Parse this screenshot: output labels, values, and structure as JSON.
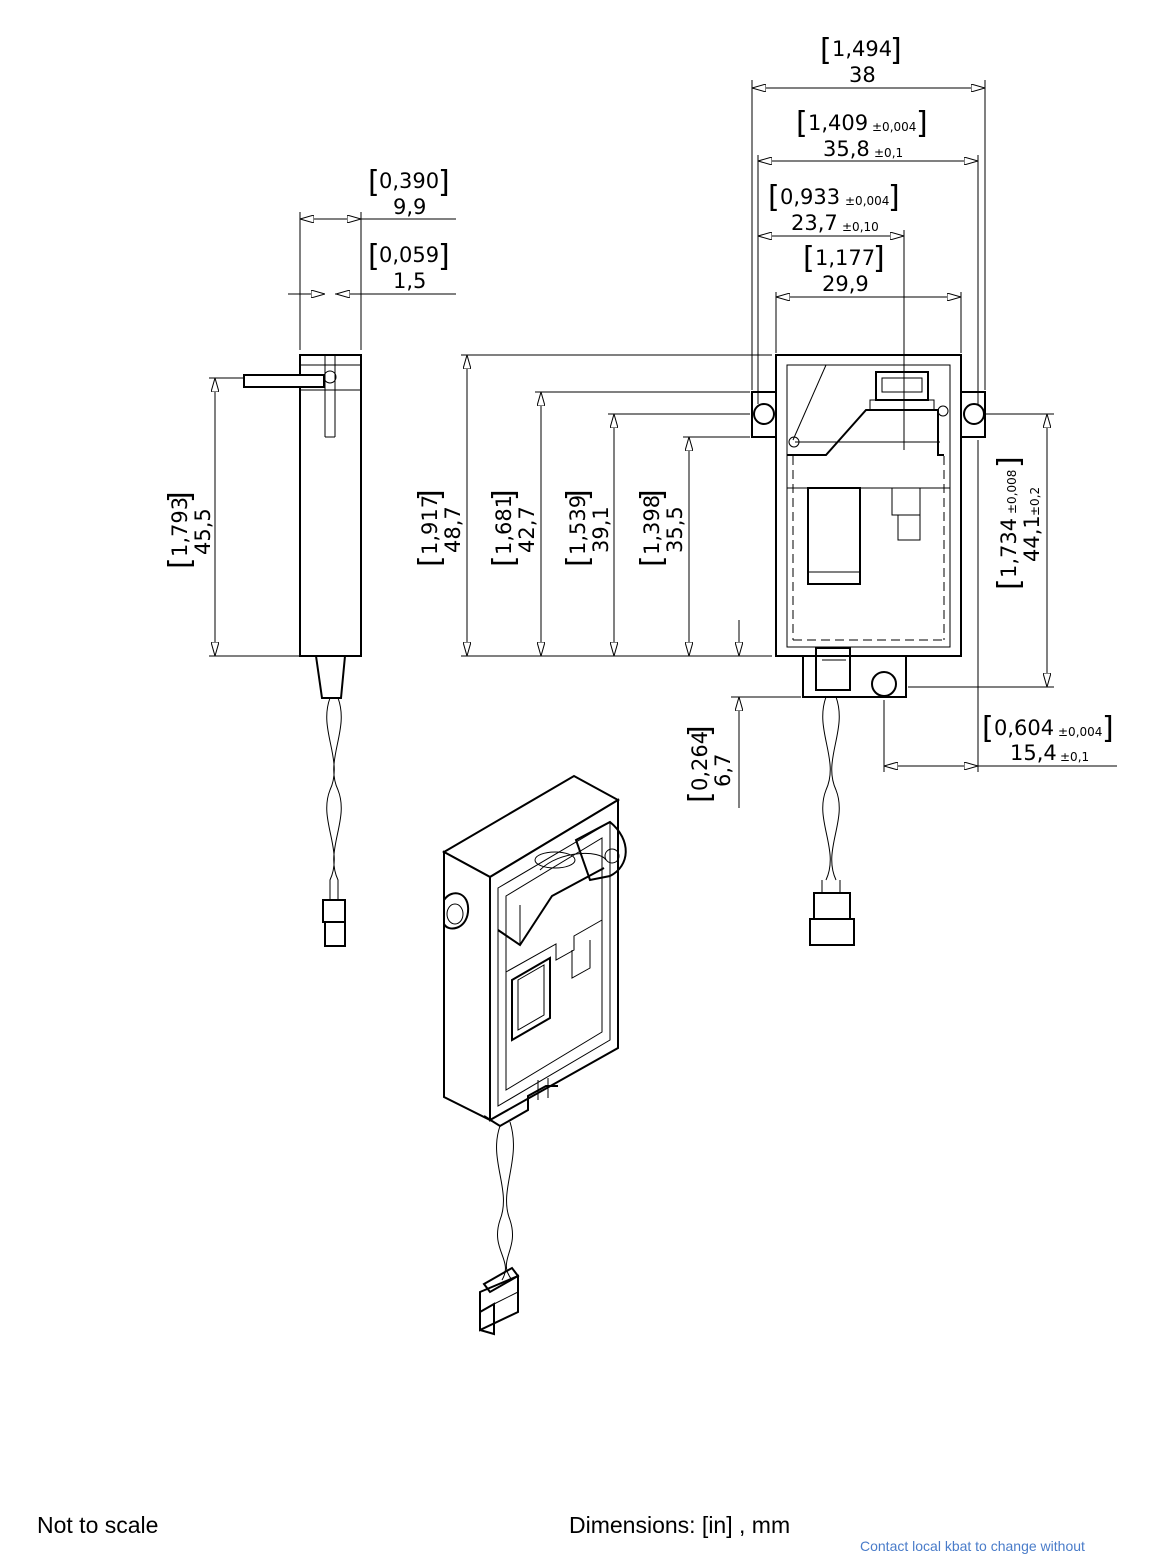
{
  "dimensions": {
    "overall_width": {
      "in": "1,494",
      "mm": "38"
    },
    "hole_pitch": {
      "in": "1,409",
      "in_tol": "±0,004",
      "mm": "35,8",
      "mm_tol": "±0,1"
    },
    "hole_to_shaft": {
      "in": "0,933",
      "in_tol": "±0,004",
      "mm": "23,7",
      "mm_tol": "±0,10"
    },
    "body_width": {
      "in": "1,177",
      "mm": "29,9"
    },
    "side_thickness": {
      "in": "0,390",
      "mm": "9,9"
    },
    "lever_thickness": {
      "in": "0,059",
      "mm": "1,5"
    },
    "side_height": {
      "in": "1,793",
      "mm": "45,5"
    },
    "overall_height": {
      "in": "1,917",
      "mm": "48,7"
    },
    "height_to_hole": {
      "in": "1,681",
      "mm": "42,7"
    },
    "height_b": {
      "in": "1,539",
      "mm": "39,1"
    },
    "height_c": {
      "in": "1,398",
      "mm": "35,5"
    },
    "hole_spacing_vertical": {
      "in": "1,734",
      "in_tol": "±0,008",
      "mm": "44,1",
      "mm_tol": "±0,2"
    },
    "bottom_tab": {
      "in": "0,264",
      "mm": "6,7"
    },
    "bottom_hole_offset": {
      "in": "0,604",
      "in_tol": "±0,004",
      "mm": "15,4",
      "mm_tol": "±0,1"
    }
  },
  "footer": {
    "scale_note": "Not to scale",
    "units_note": "Dimensions: [in] , mm",
    "contact_note": "Contact local kbat to change without"
  }
}
